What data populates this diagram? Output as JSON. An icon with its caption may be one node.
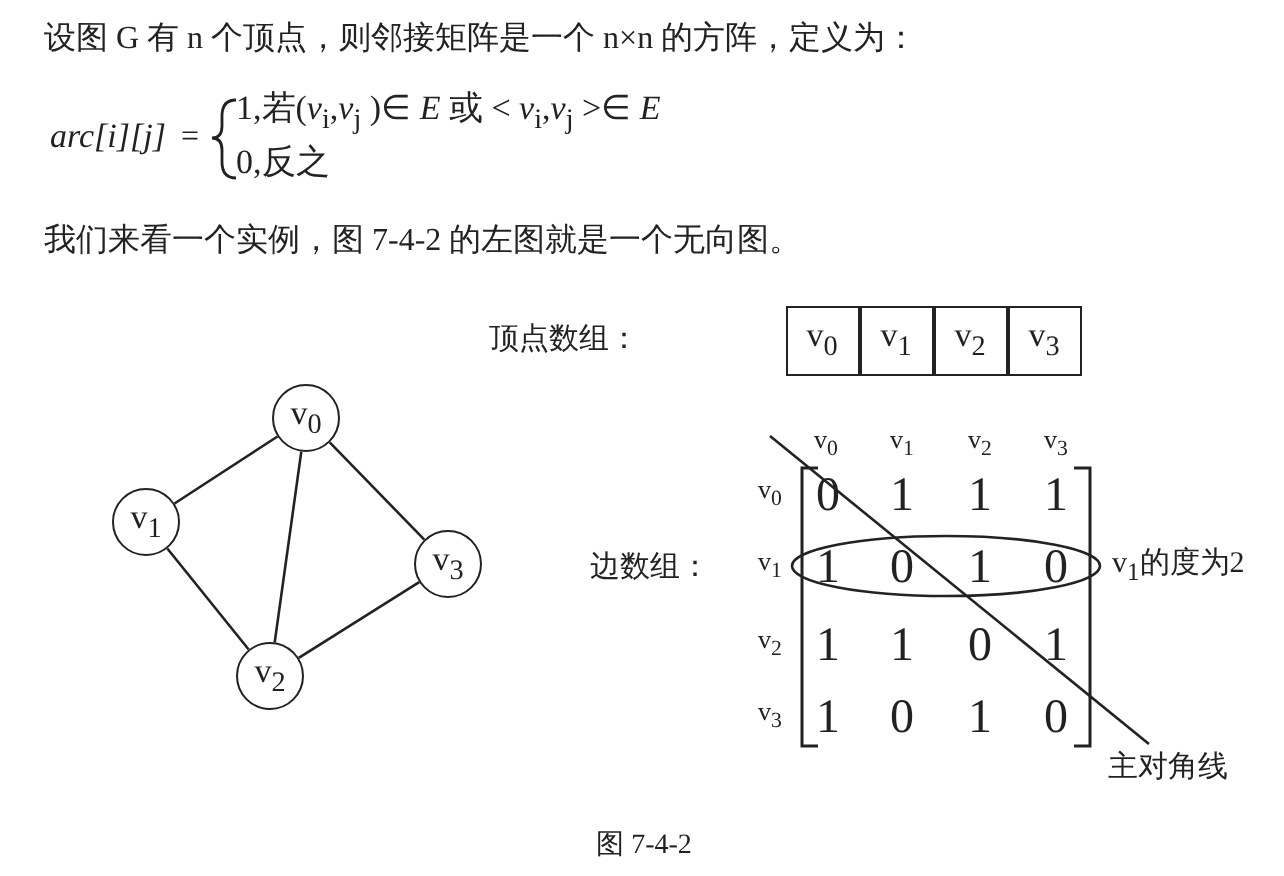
{
  "diagram": {
    "caption": "图 7-4-2",
    "nodes": [
      {
        "text": [
          "v$_{0}$"
        ]
      },
      {
        "text": [
          "v$_{1}$"
        ]
      },
      {
        "text": [
          "v$_{2}$"
        ]
      },
      {
        "text": [
          "v$_{3}$"
        ]
      },
      {
        "text": [
          "v$_{0}$"
        ]
      },
      {
        "text": [
          "v$_{1}$"
        ]
      },
      {
        "text": [
          "v$_{2}$"
        ]
      },
      {
        "text": [
          "v$_{3}$"
        ]
      },
      {
        "text": [
          "主对角线"
        ]
      }
    ],
    "edges": [
      {
        "from": 0,
        "to": 1,
        "arrow": "none"
      },
      {
        "from": 0,
        "to": 2,
        "arrow": "none"
      },
      {
        "from": 0,
        "to": 3,
        "arrow": "none"
      },
      {
        "from": 1,
        "to": 2,
        "arrow": "none"
      },
      {
        "from": 2,
        "to": 3,
        "arrow": "none"
      },
      {
        "from": 8,
        "to": null,
        "arrow": "none"
      }
    ],
    "labels": [
      "设图 G 有 n 个顶点，则邻接矩阵是一个 n×n 的方阵，定义为：",
      "arc[i][j]",
      "=",
      "1,若(*v*$_{i}$,*v*$_{j}$ )∈ *E* 或 < *v*$_{i}$,*v*$_{j}$ >∈ *E*",
      "0,反之",
      "我们来看一个实例，图 7-4-2 的左图就是一个无向图。",
      "顶点数组：",
      "v$_{0}$",
      "v$_{1}$",
      "v$_{2}$",
      "v$_{3}$",
      "v$_{0}$",
      "0",
      "1",
      "1",
      "1",
      "边数组：",
      "v$_{1}$",
      "1",
      "0",
      "1",
      "0",
      "v$_{1}$的度为2",
      "v$_{2}$",
      "1",
      "1",
      "0",
      "1",
      "v$_{3}$",
      "1",
      "0",
      "1",
      "0"
    ]
  }
}
